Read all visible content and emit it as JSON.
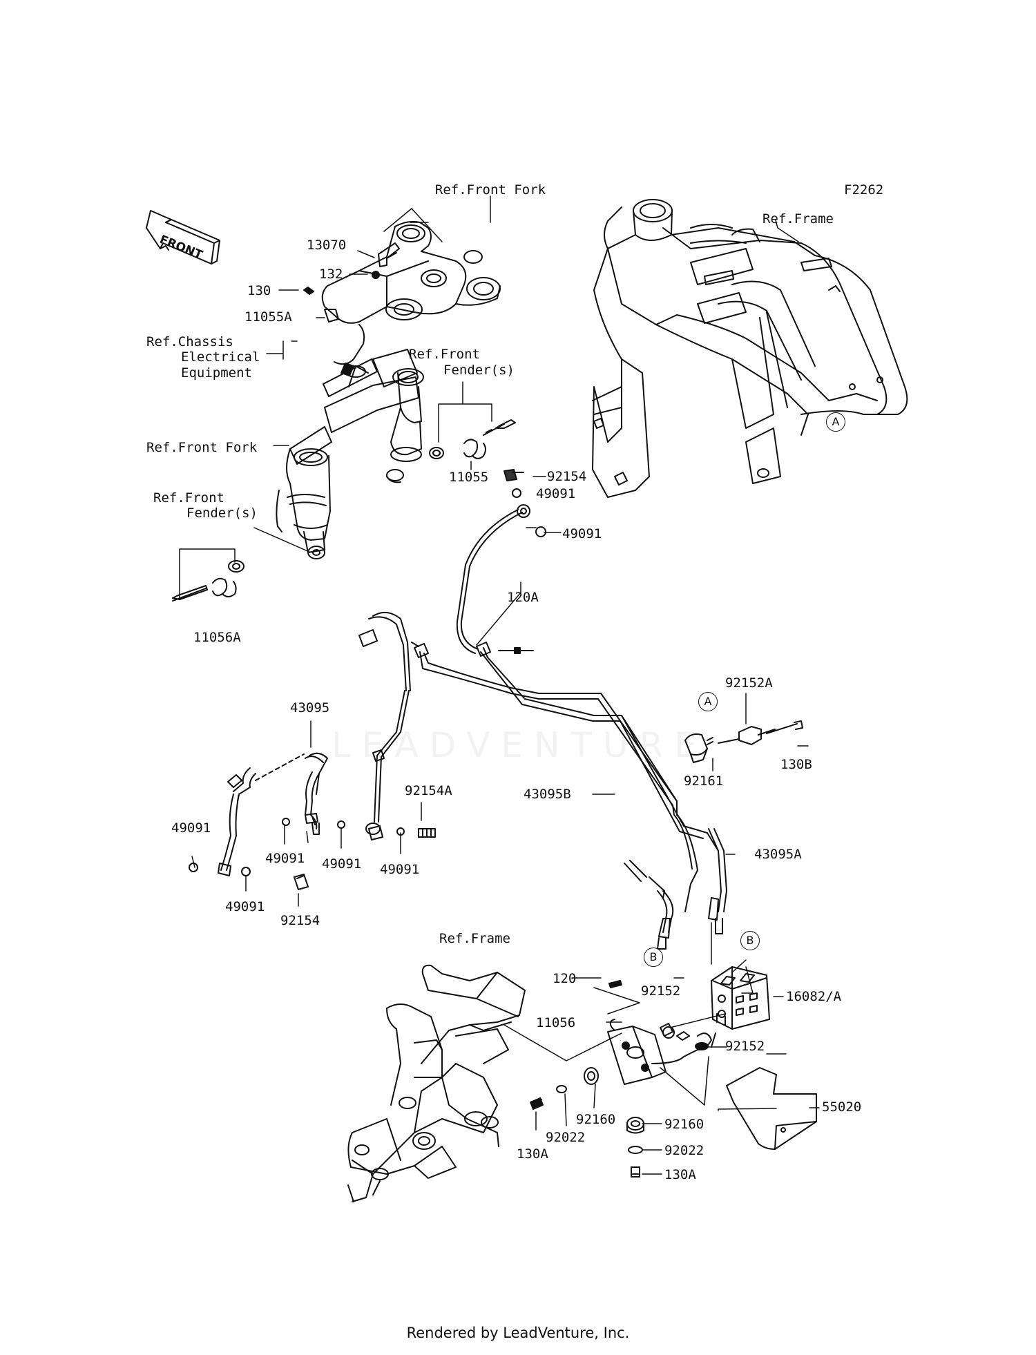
{
  "diagram": {
    "code": "F2262",
    "front_badge": "FRONT",
    "watermark": "LEADVENTURE",
    "references": {
      "ref_front_fork_top": "Ref.Front Fork",
      "ref_frame_top": "Ref.Frame",
      "ref_chassis_1": "Ref.Chassis",
      "ref_chassis_2": "Electrical",
      "ref_chassis_3": "Equipment",
      "ref_front_fender_1a": "Ref.Front",
      "ref_front_fender_1b": "Fender(s)",
      "ref_front_fork_side": "Ref.Front Fork",
      "ref_front_fender_2a": "Ref.Front",
      "ref_front_fender_2b": "Fender(s)",
      "ref_frame_bottom": "Ref.Frame"
    },
    "parts": {
      "p13070": "13070",
      "p132": "132",
      "p130": "130",
      "p11055A": "11055A",
      "p11055": "11055",
      "p92154_top": "92154",
      "p49091_a": "49091",
      "p49091_b": "49091",
      "p11056A": "11056A",
      "p120A": "120A",
      "p43095": "43095",
      "p92152A": "92152A",
      "p92161": "92161",
      "p130B": "130B",
      "p43095B": "43095B",
      "p92154A": "92154A",
      "p49091_c": "49091",
      "p49091_d": "49091",
      "p49091_e": "49091",
      "p49091_f": "49091",
      "p49091_g": "49091",
      "p92154_bottom": "92154",
      "p43095A": "43095A",
      "p120": "120",
      "p92152_a": "92152",
      "p16082A": "16082/A",
      "p11056": "11056",
      "p92152_b": "92152",
      "p55020": "55020",
      "p92160_a": "92160",
      "p92022_a": "92022",
      "p130A_a": "130A",
      "p92160_b": "92160",
      "p92022_b": "92022",
      "p130A_b": "130A"
    },
    "callouts": {
      "A_frame": "A",
      "A_sensor": "A",
      "B_hose": "B",
      "B_unit": "B"
    }
  },
  "footer": "Rendered by LeadVenture, Inc."
}
